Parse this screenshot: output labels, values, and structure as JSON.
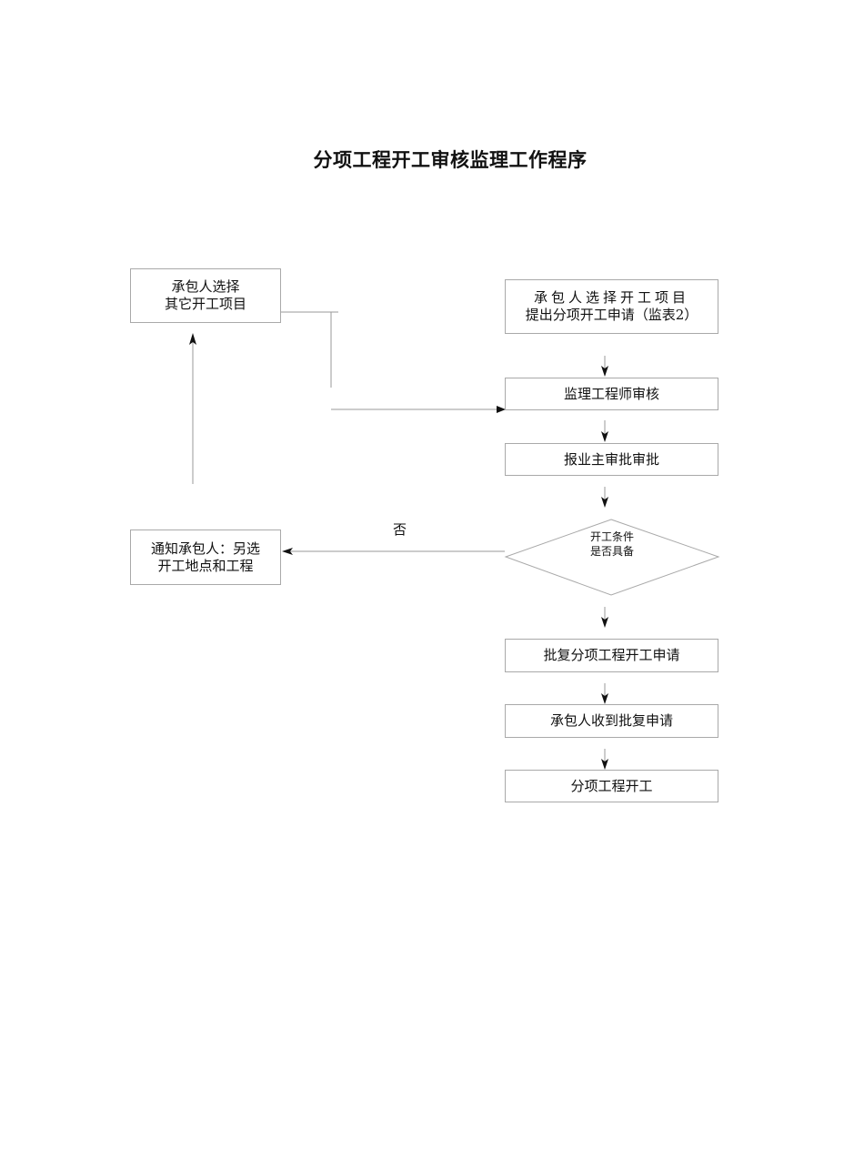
{
  "title": "分项工程开工审核监理工作程序",
  "nodes": {
    "alt_project": {
      "line1": "承包人选择",
      "line2": "其它开工项目"
    },
    "submit_request": {
      "line1": "承包人选择开工项目",
      "line2": "提出分项开工申请（监表2）"
    },
    "engineer_review": {
      "label": "监理工程师审核"
    },
    "owner_approval": {
      "label": "报业主审批审批"
    },
    "condition_check": {
      "line1": "开工条件",
      "line2": "是否具备"
    },
    "notify_contractor": {
      "line1": "通知承包人：另选",
      "line2": "开工地点和工程"
    },
    "approve_request": {
      "label": "批复分项工程开工申请"
    },
    "contractor_receives": {
      "label": "承包人收到批复申请"
    },
    "project_start": {
      "label": "分项工程开工"
    }
  },
  "edge_labels": {
    "no": "否"
  },
  "colors": {
    "box_border": "#a9a9a9",
    "line": "#9a9a9a",
    "arrow": "#111111"
  }
}
